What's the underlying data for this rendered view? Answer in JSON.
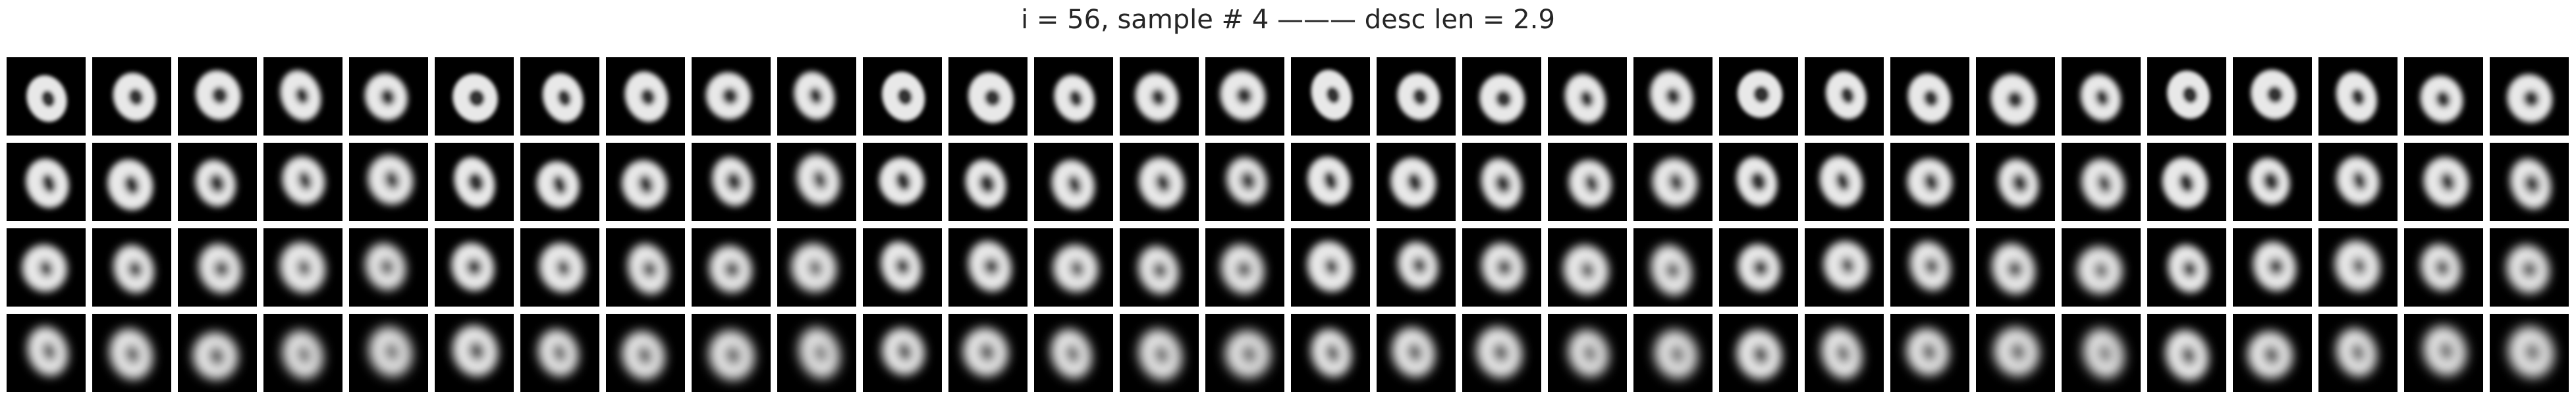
{
  "figure": {
    "title": "i = 56, sample # 4 ——— desc len = 2.9"
  },
  "grid": {
    "rows": 4,
    "cols": 30,
    "background_color": "#000000",
    "foreground_color": "#ffffff",
    "separator_color": "#ffffff"
  }
}
